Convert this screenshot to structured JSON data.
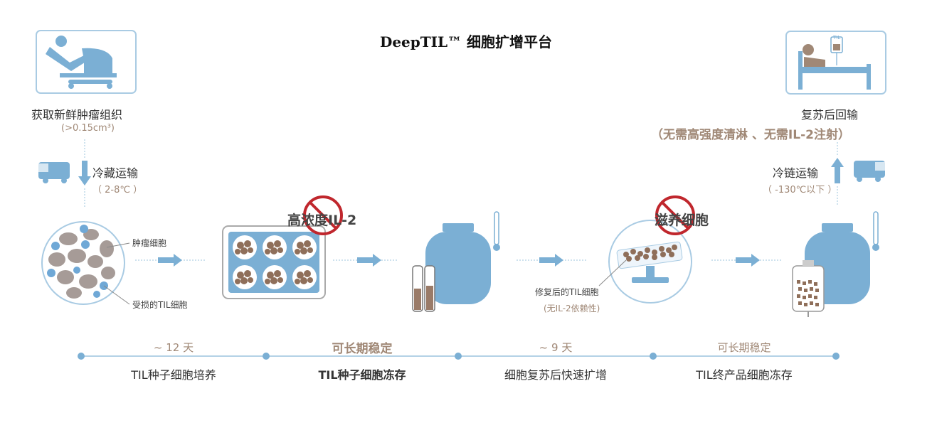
{
  "title": "DeepTIL™ 细胞扩增平台",
  "steps": {
    "harvest": {
      "label": "获取新鲜肿瘤组织",
      "sub": "(>0.15cm³)"
    },
    "cold_transport": {
      "label": "冷藏运输",
      "sub": "（ 2-8℃ ）"
    },
    "reinfusion": {
      "label": "复苏后回输",
      "note": "（无需高强度清淋 、无需IL-2注射）"
    },
    "cold_chain": {
      "label": "冷链运输",
      "sub": "（ -130℃以下 ）"
    }
  },
  "labels": {
    "tumor_cells": "肿瘤细胞",
    "damaged_til": "受损的TIL细胞",
    "high_il2": "高浓度IL-2",
    "nurse": "滋养细胞",
    "repaired_til": "修复后的TIL细胞",
    "no_il2_dependence": "(无IL-2依赖性)",
    "bag_tag": "TIL"
  },
  "timeline": {
    "durations": [
      "~ 12 天",
      "可长期稳定",
      "~ 9 天",
      "可长期稳定"
    ],
    "stages": [
      "TIL种子细胞培养",
      "TIL种子细胞冻存",
      "细胞复苏后快速扩增",
      "TIL终产品细胞冻存"
    ]
  },
  "colors": {
    "blue": "#7bafd4",
    "brown": "#a08876",
    "line": "#9cc4de"
  }
}
